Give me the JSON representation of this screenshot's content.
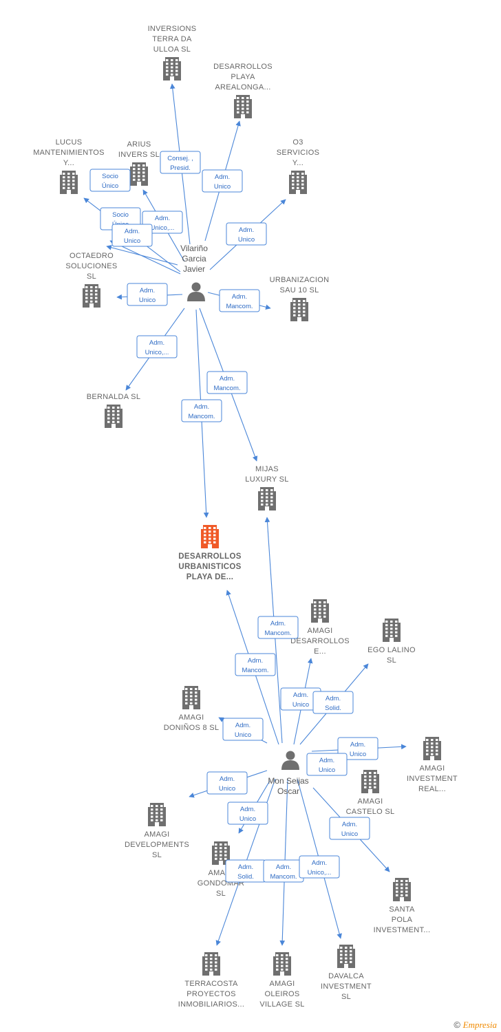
{
  "persons": [
    {
      "id": "p1",
      "lines": [
        "Vilariño",
        "Garcia",
        "Javier"
      ]
    },
    {
      "id": "p2",
      "lines": [
        "Mon Seijas",
        "Oscar"
      ]
    }
  ],
  "companies": [
    {
      "id": "c_inversions",
      "lines": [
        "INVERSIONS",
        "TERRA DA",
        "ULLOA  SL"
      ]
    },
    {
      "id": "c_arealonga",
      "lines": [
        "DESARROLLOS",
        "PLAYA",
        "AREALONGA..."
      ]
    },
    {
      "id": "c_lucus",
      "lines": [
        "LUCUS",
        "MANTENIMIENTOS",
        "Y..."
      ]
    },
    {
      "id": "c_arius",
      "lines": [
        "ARIUS",
        "INVERS  SL"
      ]
    },
    {
      "id": "c_o3",
      "lines": [
        "O3",
        "SERVICIOS",
        "Y..."
      ]
    },
    {
      "id": "c_octaedro",
      "lines": [
        "OCTAEDRO",
        "SOLUCIONES",
        "SL"
      ]
    },
    {
      "id": "c_urbanizacion",
      "lines": [
        "URBANIZACION",
        "SAU 10  SL"
      ]
    },
    {
      "id": "c_bernalda",
      "lines": [
        "BERNALDA  SL"
      ]
    },
    {
      "id": "c_mijas",
      "lines": [
        "MIJAS",
        "LUXURY  SL"
      ]
    },
    {
      "id": "c_focus",
      "lines": [
        "DESARROLLOS",
        "URBANISTICOS",
        "PLAYA DE..."
      ],
      "focus": true
    },
    {
      "id": "c_amagi_des",
      "lines": [
        "AMAGI",
        "DESARROLLOS",
        "E..."
      ]
    },
    {
      "id": "c_egolalino",
      "lines": [
        "EGO LALINO",
        "SL"
      ]
    },
    {
      "id": "c_donino",
      "lines": [
        "AMAGI",
        "DONIÑOS 8  SL"
      ]
    },
    {
      "id": "c_investreal",
      "lines": [
        "AMAGI",
        "INVESTMENT",
        "REAL..."
      ]
    },
    {
      "id": "c_castelo",
      "lines": [
        "AMAGI",
        "CASTELO  SL"
      ]
    },
    {
      "id": "c_developments",
      "lines": [
        "AMAGI",
        "DEVELOPMENTS",
        "SL"
      ]
    },
    {
      "id": "c_gondomar",
      "lines": [
        "AMAGI",
        "GONDOMAR",
        "SL"
      ]
    },
    {
      "id": "c_santapola",
      "lines": [
        "SANTA",
        "POLA",
        "INVESTMENT..."
      ]
    },
    {
      "id": "c_terracosta",
      "lines": [
        "TERRACOSTA",
        "PROYECTOS",
        "INMOBILIARIOS..."
      ]
    },
    {
      "id": "c_oleiros",
      "lines": [
        "AMAGI",
        "OLEIROS",
        "VILLAGE  SL"
      ]
    },
    {
      "id": "c_davalca",
      "lines": [
        "DAVALCA",
        "INVESTMENT",
        "SL"
      ]
    }
  ],
  "edges": [
    {
      "from": "p1",
      "to": "c_inversions",
      "label": [
        "Consej. ,",
        "Presid."
      ]
    },
    {
      "from": "p1",
      "to": "c_arealonga",
      "label": [
        "Adm.",
        "Unico"
      ]
    },
    {
      "from": "p1",
      "to": "c_lucus",
      "label": [
        "Socio",
        "Único"
      ]
    },
    {
      "from": "p1",
      "to": "c_arius",
      "label": [
        "Adm.",
        "Unico,..."
      ]
    },
    {
      "from": "p1",
      "to": "c_octaedro",
      "label": [
        "Socio",
        "Único"
      ]
    },
    {
      "from": "p1",
      "to": "c_octaedro",
      "label": [
        "Adm.",
        "Unico"
      ]
    },
    {
      "from": "p1",
      "to": "c_o3",
      "label": [
        "Adm.",
        "Unico"
      ]
    },
    {
      "from": "p1",
      "to": "c_octaedro",
      "label": [
        "Adm.",
        "Unico"
      ]
    },
    {
      "from": "p1",
      "to": "c_urbanizacion",
      "label": [
        "Adm.",
        "Mancom."
      ]
    },
    {
      "from": "p1",
      "to": "c_bernalda",
      "label": [
        "Adm.",
        "Unico,..."
      ]
    },
    {
      "from": "p1",
      "to": "c_mijas",
      "label": [
        "Adm.",
        "Mancom."
      ]
    },
    {
      "from": "p1",
      "to": "c_focus",
      "label": [
        "Adm.",
        "Mancom."
      ]
    },
    {
      "from": "p2",
      "to": "c_mijas",
      "label": [
        "Adm.",
        "Mancom."
      ]
    },
    {
      "from": "p2",
      "to": "c_focus",
      "label": [
        "Adm.",
        "Mancom."
      ]
    },
    {
      "from": "p2",
      "to": "c_amagi_des",
      "label": [
        "Adm.",
        "Unico"
      ]
    },
    {
      "from": "p2",
      "to": "c_egolalino",
      "label": [
        "Adm.",
        "Solid."
      ]
    },
    {
      "from": "p2",
      "to": "c_donino",
      "label": [
        "Adm.",
        "Unico"
      ]
    },
    {
      "from": "p2",
      "to": "c_investreal",
      "label": [
        "Adm.",
        "Unico"
      ]
    },
    {
      "from": "p2",
      "to": "c_castelo",
      "label": [
        "Adm.",
        "Unico"
      ]
    },
    {
      "from": "p2",
      "to": "c_developments",
      "label": [
        "Adm.",
        "Unico"
      ]
    },
    {
      "from": "p2",
      "to": "c_gondomar",
      "label": [
        "Adm.",
        "Unico"
      ]
    },
    {
      "from": "p2",
      "to": "c_santapola",
      "label": [
        "Adm.",
        "Unico"
      ]
    },
    {
      "from": "p2",
      "to": "c_terracosta",
      "label": [
        "Adm.",
        "Solid."
      ]
    },
    {
      "from": "p2",
      "to": "c_oleiros",
      "label": [
        "Adm.",
        "Mancom."
      ]
    },
    {
      "from": "p2",
      "to": "c_davalca",
      "label": [
        "Adm.",
        "Unico,..."
      ]
    }
  ],
  "colors": {
    "edge": "#4a86d8",
    "building": "#6f6f6f",
    "focus": "#f05a28",
    "person": "#6f6f6f"
  },
  "footer": {
    "copyright": "©",
    "brand": "Empresia"
  }
}
